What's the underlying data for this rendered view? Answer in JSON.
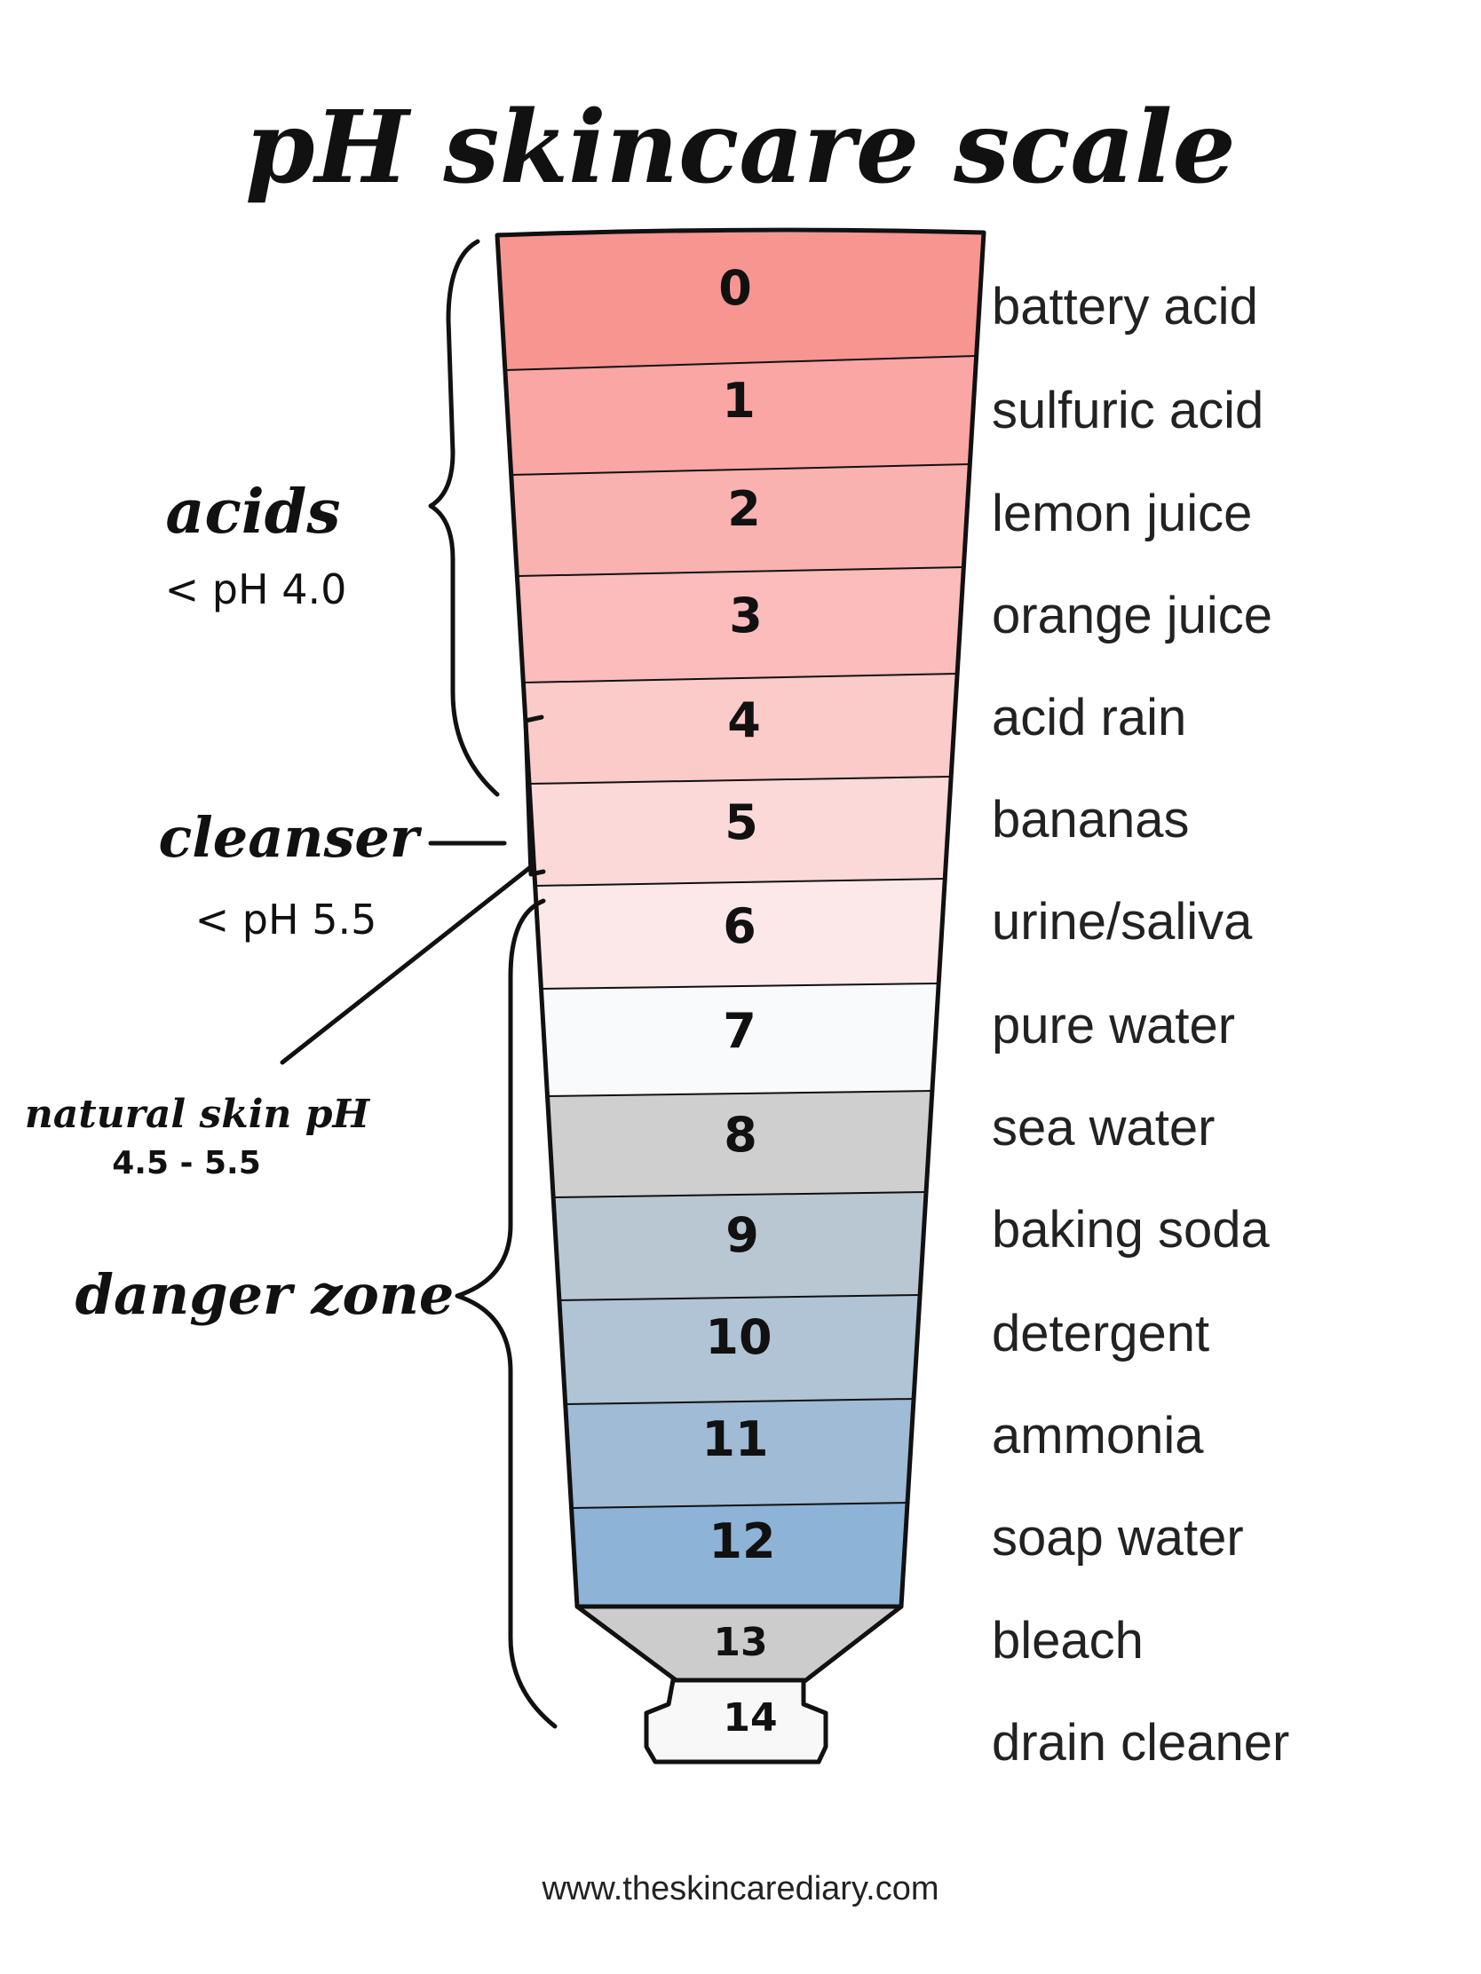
{
  "title": "pH skincare scale",
  "scale": [
    {
      "ph": "0",
      "example": "battery acid",
      "color": "#f79591"
    },
    {
      "ph": "1",
      "example": "sulfuric acid",
      "color": "#f9a6a4"
    },
    {
      "ph": "2",
      "example": "lemon juice",
      "color": "#fab2b0"
    },
    {
      "ph": "3",
      "example": "orange juice",
      "color": "#fbbcbb"
    },
    {
      "ph": "4",
      "example": "acid rain",
      "color": "#fbcbca"
    },
    {
      "ph": "5",
      "example": "bananas",
      "color": "#fbd9d9"
    },
    {
      "ph": "6",
      "example": "urine/saliva",
      "color": "#fce8e8"
    },
    {
      "ph": "7",
      "example": "pure water",
      "color": "#f9fafc"
    },
    {
      "ph": "8",
      "example": "sea water",
      "color": "#cfcfcf"
    },
    {
      "ph": "9",
      "example": "baking soda",
      "color": "#b9c7d3"
    },
    {
      "ph": "10",
      "example": "detergent",
      "color": "#b0c4d5"
    },
    {
      "ph": "11",
      "example": "ammonia",
      "color": "#9fbbd6"
    },
    {
      "ph": "12",
      "example": "soap water",
      "color": "#8db3d7"
    },
    {
      "ph": "13",
      "example": "bleach",
      "color": "#cccccc"
    },
    {
      "ph": "14",
      "example": "drain cleaner",
      "color": "#f8f8f8"
    }
  ],
  "annotations": {
    "acids": {
      "label": "acids",
      "sub": "< pH 4.0"
    },
    "cleanser": {
      "label": "cleanser",
      "sub": "< pH 5.5"
    },
    "natural_skin": {
      "label": "natural skin pH",
      "sub": "4.5 - 5.5"
    },
    "danger_zone": {
      "label": "danger zone"
    }
  },
  "footer": "www.theskincarediary.com"
}
